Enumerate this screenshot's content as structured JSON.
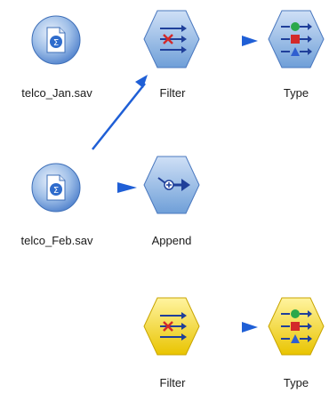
{
  "canvas": {
    "nodes": [
      {
        "id": "telco_jan",
        "kind": "source",
        "label": "telco_Jan.sav",
        "color": "#6f9fd8"
      },
      {
        "id": "filter_1",
        "kind": "filter",
        "label": "Filter",
        "color": "#6f9fd8"
      },
      {
        "id": "type_1",
        "kind": "type",
        "label": "Type",
        "color": "#6f9fd8"
      },
      {
        "id": "telco_feb",
        "kind": "source",
        "label": "telco_Feb.sav",
        "color": "#6f9fd8"
      },
      {
        "id": "append",
        "kind": "append",
        "label": "Append",
        "color": "#6f9fd8"
      },
      {
        "id": "filter_2",
        "kind": "filter",
        "label": "Filter",
        "color": "#f2d51f"
      },
      {
        "id": "type_2",
        "kind": "type",
        "label": "Type",
        "color": "#f2d51f"
      }
    ],
    "links": [
      {
        "from": "filter_1",
        "to": "type_1"
      },
      {
        "from": "telco_feb",
        "to": "filter_1"
      },
      {
        "from": "telco_feb",
        "to": "append"
      },
      {
        "from": "filter_2",
        "to": "type_2"
      }
    ],
    "colors": {
      "link": "#1f5fd6",
      "node_blue": "#6f9fd8",
      "node_yellow": "#f2d51f"
    }
  }
}
